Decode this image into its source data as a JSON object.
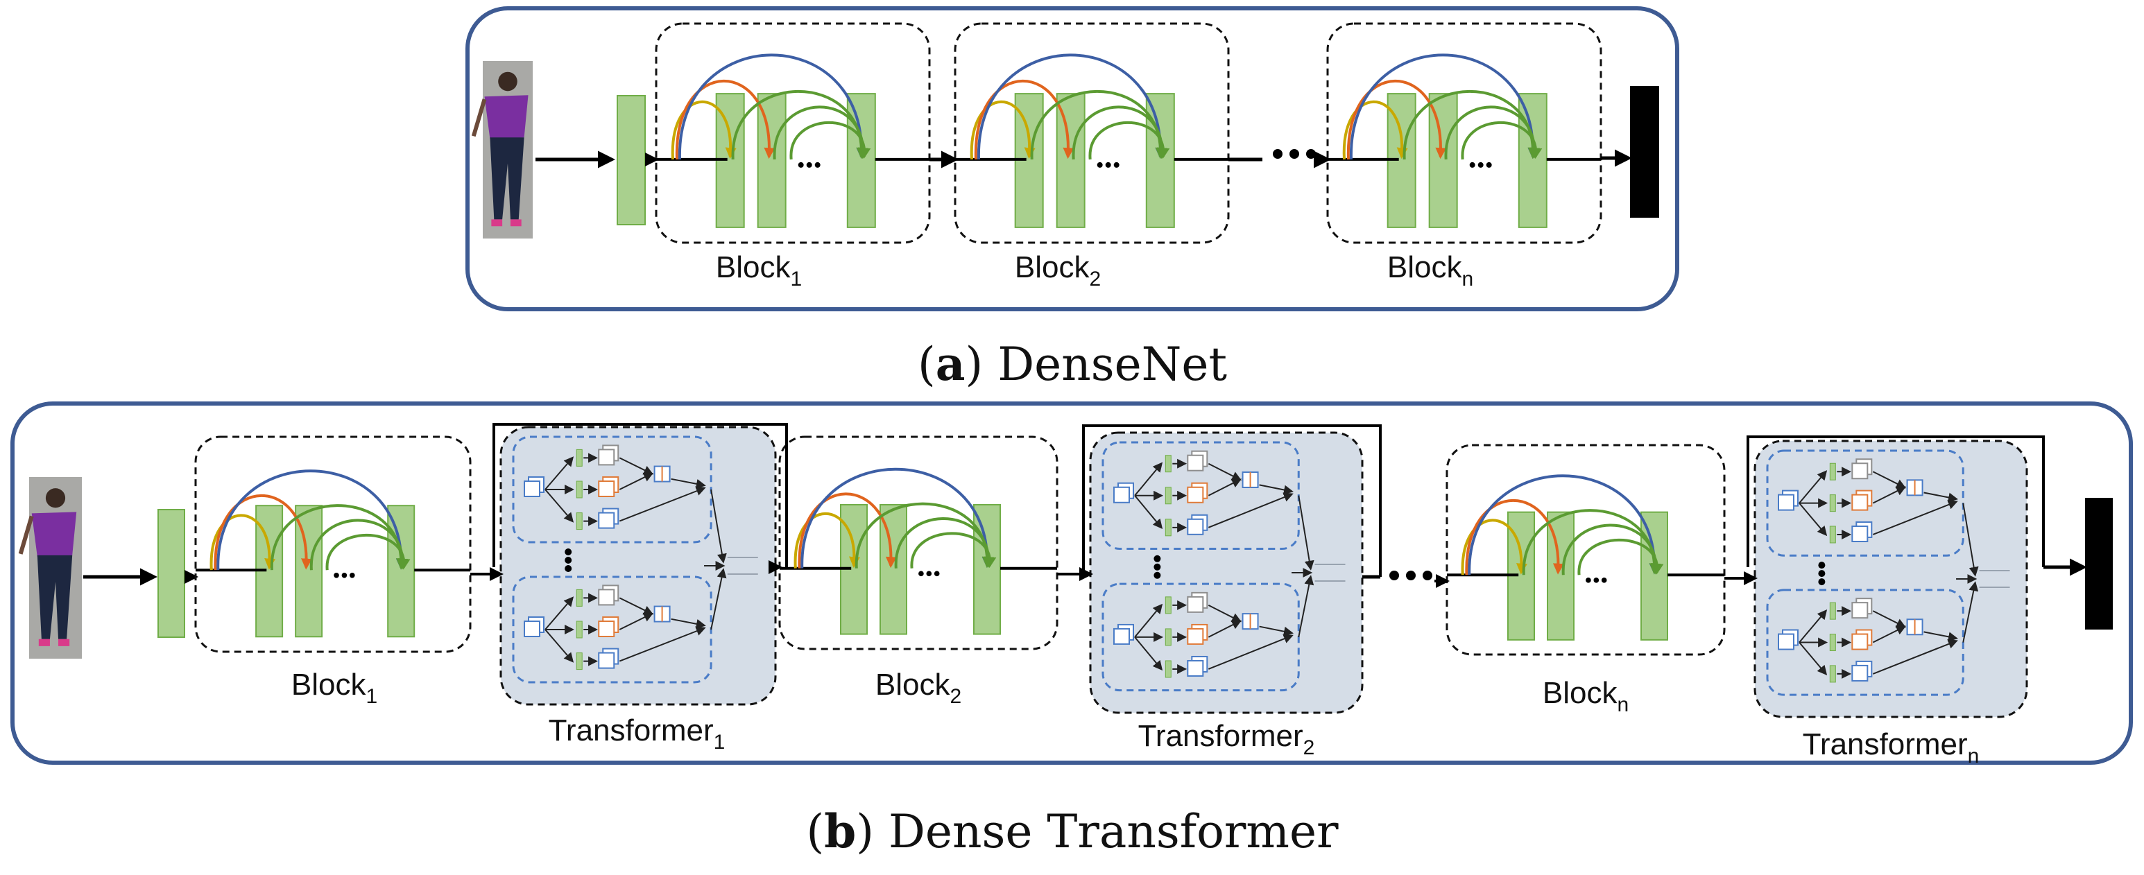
{
  "panel_a": {
    "blocks": [
      {
        "label": "Block",
        "sub": "1"
      },
      {
        "label": "Block",
        "sub": "2"
      },
      {
        "label": "Block",
        "sub": "n"
      }
    ],
    "caption": {
      "open": "(",
      "letter": "a",
      "close": ")",
      "text": " DenseNet"
    }
  },
  "panel_b": {
    "blocks": [
      {
        "label": "Block",
        "sub": "1"
      },
      {
        "label": "Block",
        "sub": "2"
      },
      {
        "label": "Block",
        "sub": "n"
      }
    ],
    "transformers": [
      {
        "label": "Transformer",
        "sub": "1"
      },
      {
        "label": "Transformer",
        "sub": "2"
      },
      {
        "label": "Transformer",
        "sub": "n"
      }
    ],
    "caption": {
      "open": "(",
      "letter": "b",
      "close": ")",
      "text": " Dense Transformer"
    }
  },
  "colors": {
    "panel_border": "#3e5b93",
    "layer_fill": "#a9d08e",
    "layer_stroke": "#70ad47",
    "arc_yellow": "#c9a800",
    "arc_orange": "#e0641e",
    "arc_green": "#5b9b32",
    "arc_blue": "#3d5fa5",
    "transformer_fill": "#d5dde7",
    "token_blue": "#4a7cc7",
    "token_grey": "#8e8e8e",
    "token_orange": "#e07b39",
    "output_bar": "#000000"
  }
}
